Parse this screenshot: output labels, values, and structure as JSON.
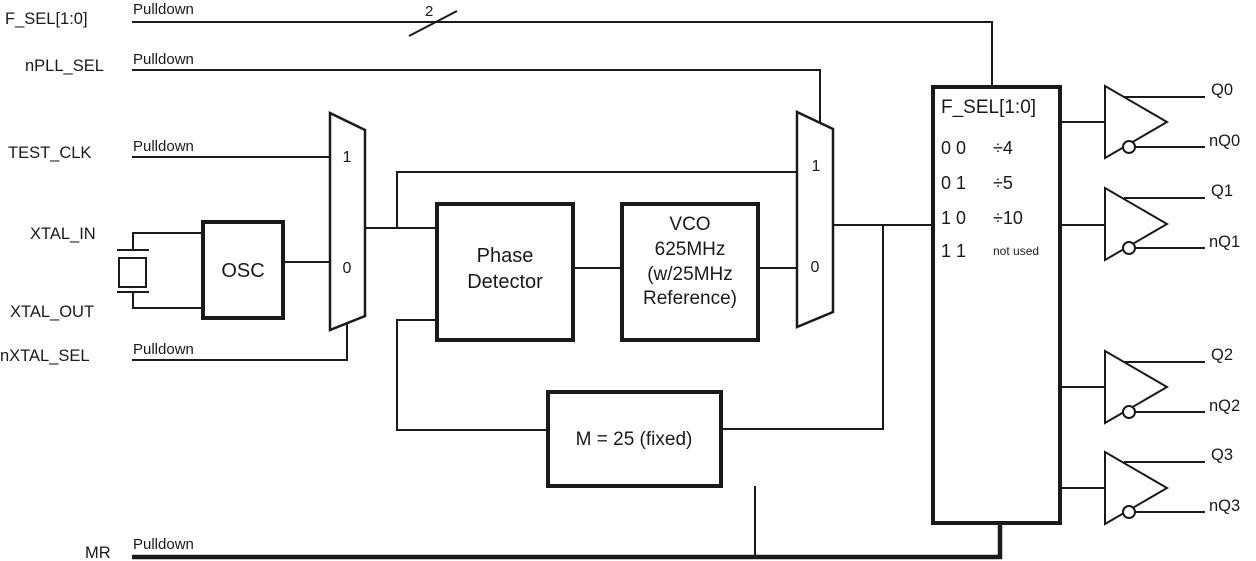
{
  "inputs": [
    {
      "name": "F_SEL[1:0]",
      "pulldown": "Pulldown"
    },
    {
      "name": "nPLL_SEL",
      "pulldown": "Pulldown"
    },
    {
      "name": "TEST_CLK",
      "pulldown": "Pulldown"
    },
    {
      "name": "XTAL_IN"
    },
    {
      "name": "XTAL_OUT"
    },
    {
      "name": "nXTAL_SEL",
      "pulldown": "Pulldown"
    },
    {
      "name": "MR",
      "pulldown": "Pulldown"
    }
  ],
  "bus": {
    "width_label": "2"
  },
  "muxes": {
    "input_mux": {
      "in1": "1",
      "in0": "0"
    },
    "bypass_mux": {
      "in1": "1",
      "in0": "0"
    }
  },
  "blocks": {
    "osc": {
      "label": "OSC"
    },
    "phase_detector": {
      "line1": "Phase",
      "line2": "Detector"
    },
    "vco": {
      "line1": "VCO",
      "line2": "625MHz",
      "line3": "(w/25MHz",
      "line4": "Reference)"
    },
    "m_divider": {
      "label": "M = 25 (fixed)"
    },
    "output_divider": {
      "title": "F_SEL[1:0]",
      "rows": [
        {
          "code": "0 0",
          "value": "÷4"
        },
        {
          "code": "0 1",
          "value": "÷5"
        },
        {
          "code": "1 0",
          "value": "÷10"
        },
        {
          "code": "1 1",
          "value": "not used"
        }
      ]
    }
  },
  "outputs": [
    {
      "q": "Q0",
      "nq": "nQ0"
    },
    {
      "q": "Q1",
      "nq": "nQ1"
    },
    {
      "q": "Q2",
      "nq": "nQ2"
    },
    {
      "q": "Q3",
      "nq": "nQ3"
    }
  ],
  "colors": {
    "line": "#1a1a1a",
    "background": "#ffffff"
  }
}
